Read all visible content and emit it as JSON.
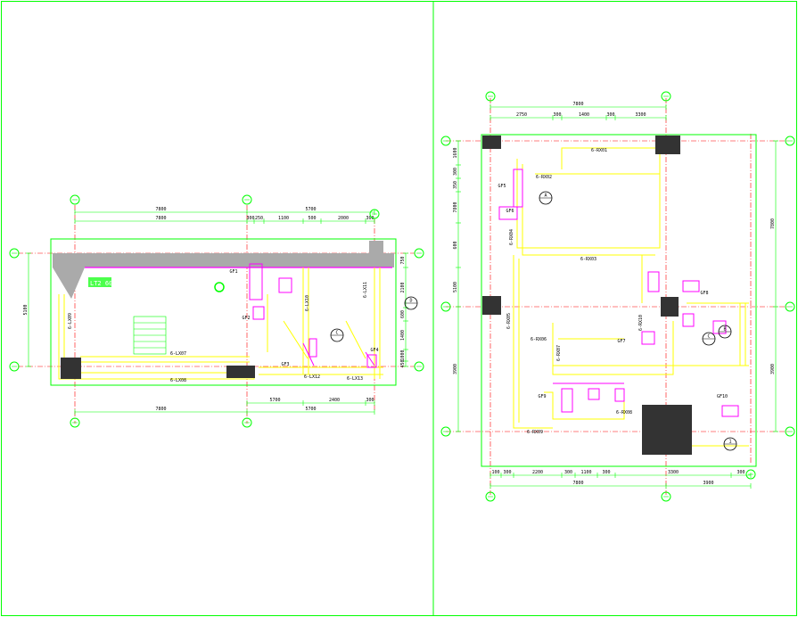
{
  "colors": {
    "frame": "#00ff00",
    "wall": "#ffff00",
    "pipe": "#ff00ff",
    "axis": "#ff0000",
    "dim": "#00ff00",
    "column": "#333333",
    "annotation": "#0000ff"
  },
  "left_plan": {
    "top_dims_overall": [
      "7800",
      "5700"
    ],
    "top_dims_detail": [
      "7800",
      "300",
      "250",
      "1100",
      "500",
      "2000",
      "300"
    ],
    "bottom_dims_overall": [
      "7800",
      "5700"
    ],
    "bottom_dims_detail": [
      "5700",
      "2400",
      "300"
    ],
    "left_dims": [
      "5100"
    ],
    "right_dims": [
      "750",
      "2100",
      "600",
      "1400",
      "1000",
      "450"
    ],
    "room_tag": "LT2 60",
    "pipe_labels": [
      "6-LX07",
      "6-LX08",
      "6-LX09",
      "6-LX10",
      "6-LX11",
      "6-LX12",
      "6-LX13"
    ],
    "device_labels": [
      "GF1",
      "GF2",
      "GF3",
      "GF4"
    ],
    "callouts": [
      "C",
      "D",
      "1",
      "2",
      "B"
    ]
  },
  "right_plan": {
    "top_dims_overall": [
      "7800"
    ],
    "top_dims_detail": [
      "2750",
      "300",
      "1400",
      "300",
      "3300"
    ],
    "bottom_dims_overall": [
      "7800",
      "3900"
    ],
    "bottom_dims_detail": [
      "100",
      "300",
      "2200",
      "300",
      "1100",
      "300",
      "3300",
      "300"
    ],
    "left_dims": [
      "1600",
      "300",
      "350",
      "7800",
      "600",
      "5100",
      "3900"
    ],
    "right_dims": [
      "7800",
      "3900"
    ],
    "pipe_labels": [
      "6-RX01",
      "6-RX02",
      "6-RX03",
      "6-RX04",
      "6-RX05",
      "6-RX06",
      "6-RX07",
      "6-RX08",
      "6-RX09",
      "6-RX10"
    ],
    "device_labels": [
      "GF5",
      "GF6",
      "GF7",
      "GF8",
      "GF9",
      "GF10"
    ],
    "callouts": [
      "A",
      "B",
      "C",
      "1",
      "2",
      "3",
      "4",
      "5",
      "6"
    ]
  }
}
